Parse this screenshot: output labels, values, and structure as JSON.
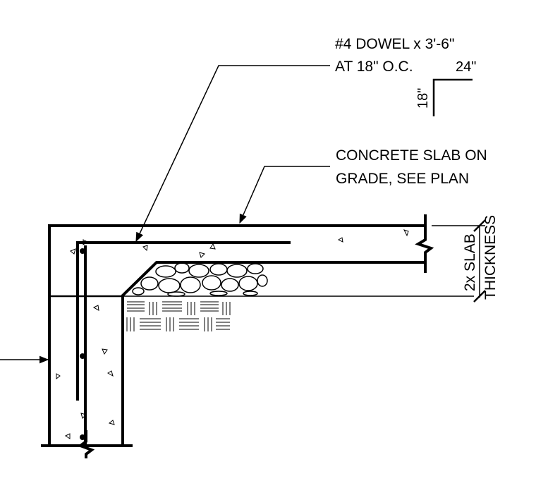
{
  "title": "",
  "labels": {
    "dowel_line1": "#4 DOWEL x 3'-6\"",
    "dowel_line2": "AT 18\" O.C.",
    "slab_line1": "CONCRETE SLAB ON",
    "slab_line2": "GRADE, SEE PLAN",
    "bend_horizontal": "24\"",
    "bend_vertical": "18\"",
    "thickness_line1": "2x SLAB",
    "thickness_line2": "THICKNESS"
  }
}
